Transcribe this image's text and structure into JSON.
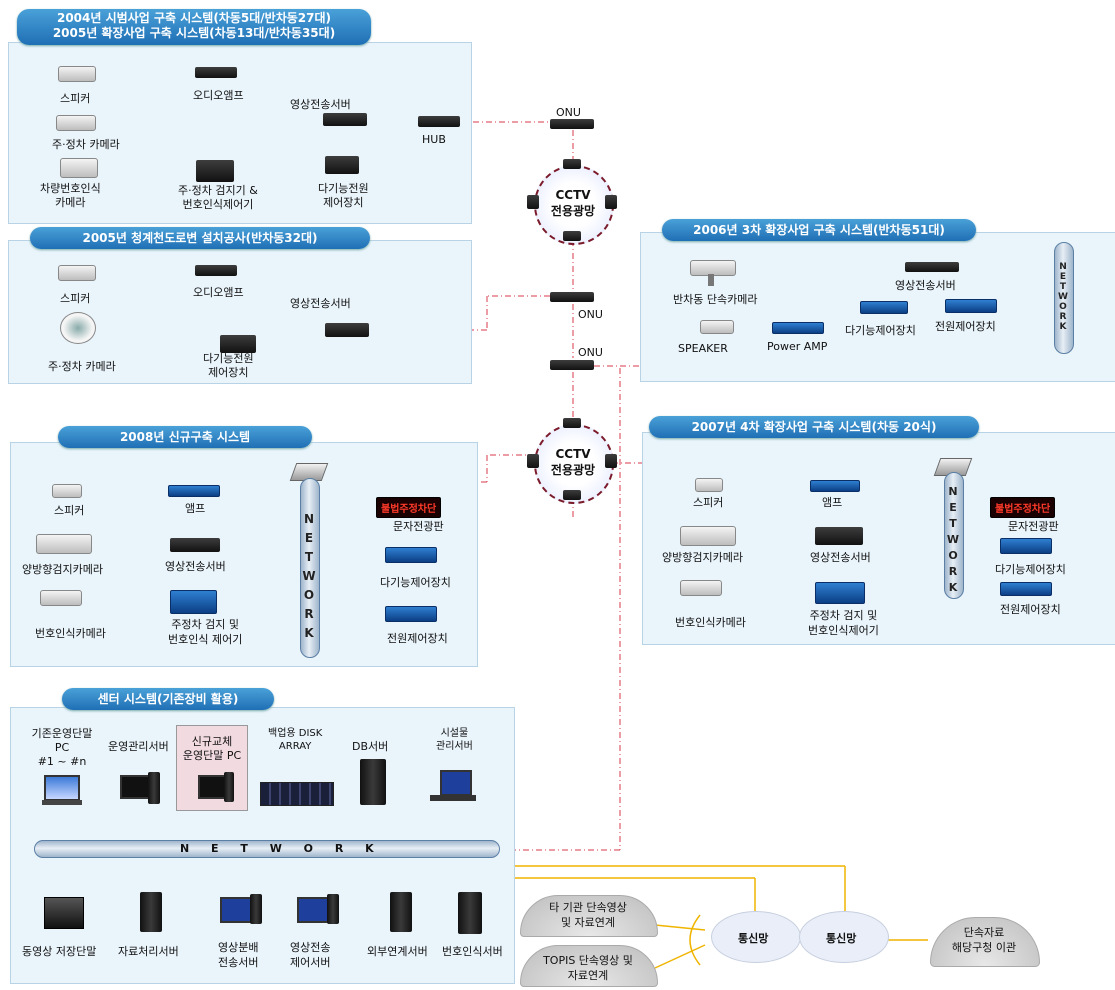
{
  "panels": {
    "p2004": {
      "title_line1": "2004년 시범사업 구축 시스템(차동5대/반차동27대)",
      "title_line2": "2005년 확장사업 구축 시스템(차동13대/반차동35대)",
      "speaker": "스피커",
      "audio_amp": "오디오앰프",
      "video_server": "영상전송서버",
      "car_camera": "주·정차 카메라",
      "plate_camera": "차량번호인식\n카메라",
      "detector": "주·정차 검지기 &\n번호인식제어기",
      "power_ctrl": "다기능전원\n제어장치",
      "hub": "HUB"
    },
    "p2005": {
      "title": "2005년 청계천도로변 설치공사(반차동32대)",
      "speaker": "스피커",
      "audio_amp": "오디오앰프",
      "video_server": "영상전송서버",
      "car_camera": "주·정차 카메라",
      "power_ctrl": "다기능전원\n제어장치"
    },
    "p2006": {
      "title": "2006년 3차 확장사업 구축 시스템(반차동51대)",
      "camera": "반차동 단속카메라",
      "video_server": "영상전송서버",
      "multi_ctrl": "다기능제어장치",
      "power_ctrl": "전원제어장치",
      "speaker": "SPEAKER",
      "power_amp": "Power AMP",
      "network": "NETWORK"
    },
    "p2008": {
      "title": "2008년 신규구축 시스템",
      "speaker": "스피커",
      "amp": "앰프",
      "dual_camera": "양방향검지카메라",
      "video_server": "영상전송서버",
      "plate_camera": "번호인식카메라",
      "detector": "주정차 검지 및\n번호인식 제어기",
      "sign": "불법주정차단",
      "display": "문자전광판",
      "multi_ctrl": "다기능제어장치",
      "power_ctrl": "전원제어장치",
      "network": "NETWORK"
    },
    "p2007": {
      "title": "2007년 4차 확장사업 구축 시스템(차동 20식)",
      "speaker": "스피커",
      "amp": "앰프",
      "dual_camera": "양방향검지카메라",
      "video_server": "영상전송서버",
      "plate_camera": "번호인식카메라",
      "detector": "주정차 검지 및\n번호인식제어기",
      "sign": "불법주정차단",
      "display": "문자전광판",
      "multi_ctrl": "다기능제어장치",
      "power_ctrl": "전원제어장치",
      "network": "NETWORK"
    },
    "center": {
      "title": "센터 시스템(기존장비 활용)",
      "pc_terminal": "기존운영단말\nPC\n#1 ~ #n",
      "ops_server": "운영관리서버",
      "new_pc": "신규교체\n운영단말 PC",
      "backup": "백업용 DISK\nARRAY",
      "db": "DB서버",
      "facility": "시설물\n관리서버",
      "network": "N  E  T  W  O  R  K",
      "video_store": "동영상 저장단말",
      "data_server": "자료처리서버",
      "video_dist": "영상분배\n전송서버",
      "video_ctrl": "영상전송\n제어서버",
      "ext_server": "외부연계서버",
      "plate_server": "번호인식서버"
    }
  },
  "network_nodes": {
    "onu1": "ONU",
    "onu2": "ONU",
    "onu3": "ONU",
    "cctv1": "CCTV\n전용광망",
    "cctv2": "CCTV\n전용광망"
  },
  "external": {
    "other_agency": "타 기관 단속영상\n및 자료연계",
    "topis": "TOPIS 단속영상 및\n자료연계",
    "comm1": "통신망",
    "comm2": "통신망",
    "district": "단속자료\n해당구청 이관"
  },
  "colors": {
    "panel_bg": "#e9f4fb",
    "header": "#2a82c7",
    "red_link": "#d9384a",
    "green_link": "#57b86a",
    "brown_link": "#8a5a2b",
    "yellow_link": "#f0b400"
  }
}
